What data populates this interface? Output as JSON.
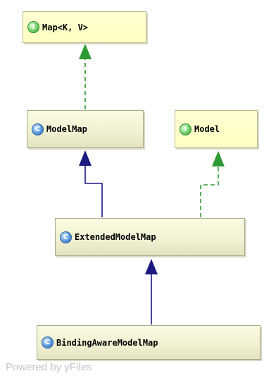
{
  "nodes": {
    "map": {
      "label": "Map<K, V>",
      "kind": "interface",
      "badge": "I"
    },
    "model_map": {
      "label": "ModelMap",
      "kind": "class",
      "badge": "C"
    },
    "model": {
      "label": "Model",
      "kind": "interface",
      "badge": "I"
    },
    "extended_model_map": {
      "label": "ExtendedModelMap",
      "kind": "class",
      "badge": "C"
    },
    "binding_aware_model_map": {
      "label": "BindingAwareModelMap",
      "kind": "class",
      "badge": "C"
    }
  },
  "edges": [
    {
      "from": "model_map",
      "to": "map",
      "relation": "implements",
      "style": "dashed",
      "color": "#2e9a33"
    },
    {
      "from": "extended_model_map",
      "to": "model_map",
      "relation": "extends",
      "style": "solid",
      "color": "#1a1a80"
    },
    {
      "from": "extended_model_map",
      "to": "model",
      "relation": "implements",
      "style": "dashed",
      "color": "#2e9a33"
    },
    {
      "from": "binding_aware_model_map",
      "to": "extended_model_map",
      "relation": "extends",
      "style": "solid",
      "color": "#1a1a80"
    }
  ],
  "colors": {
    "interface_arrow": "#2e9a33",
    "class_arrow": "#1a1a80",
    "node_border": "#a9a98a",
    "interface_fill": "#ffffc4",
    "class_fill": "#f0f0d2"
  },
  "watermark": "Powered by yFiles"
}
